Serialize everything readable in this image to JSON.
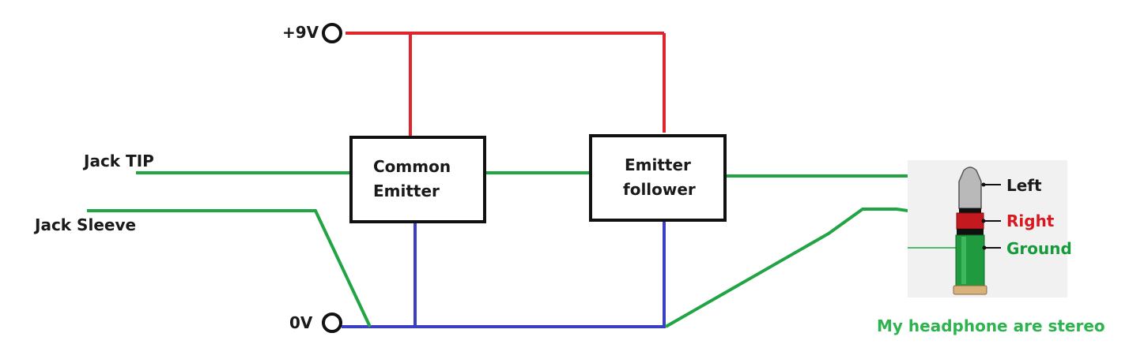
{
  "colors": {
    "power": "#e0242b",
    "ground_rail": "#3b3fc4",
    "signal": "#21a443",
    "caption": "#2eb34f",
    "right_label": "#d8181e",
    "ground_label": "#179a3c",
    "text": "#1a1a1a"
  },
  "nodes": {
    "vplus_label": "+9V",
    "zero_label": "0V"
  },
  "inputs": {
    "tip_label": "Jack TIP",
    "sleeve_label": "Jack Sleeve"
  },
  "blocks": {
    "common_emitter": {
      "line1": "Common",
      "line2": "Emitter"
    },
    "emitter_follower": {
      "line1": "Emitter",
      "line2": "follower"
    }
  },
  "plug": {
    "left_label": "Left",
    "right_label": "Right",
    "ground_label": "Ground",
    "icon": "stereo-jack-plug-icon"
  },
  "caption": "My headphone are stereo"
}
